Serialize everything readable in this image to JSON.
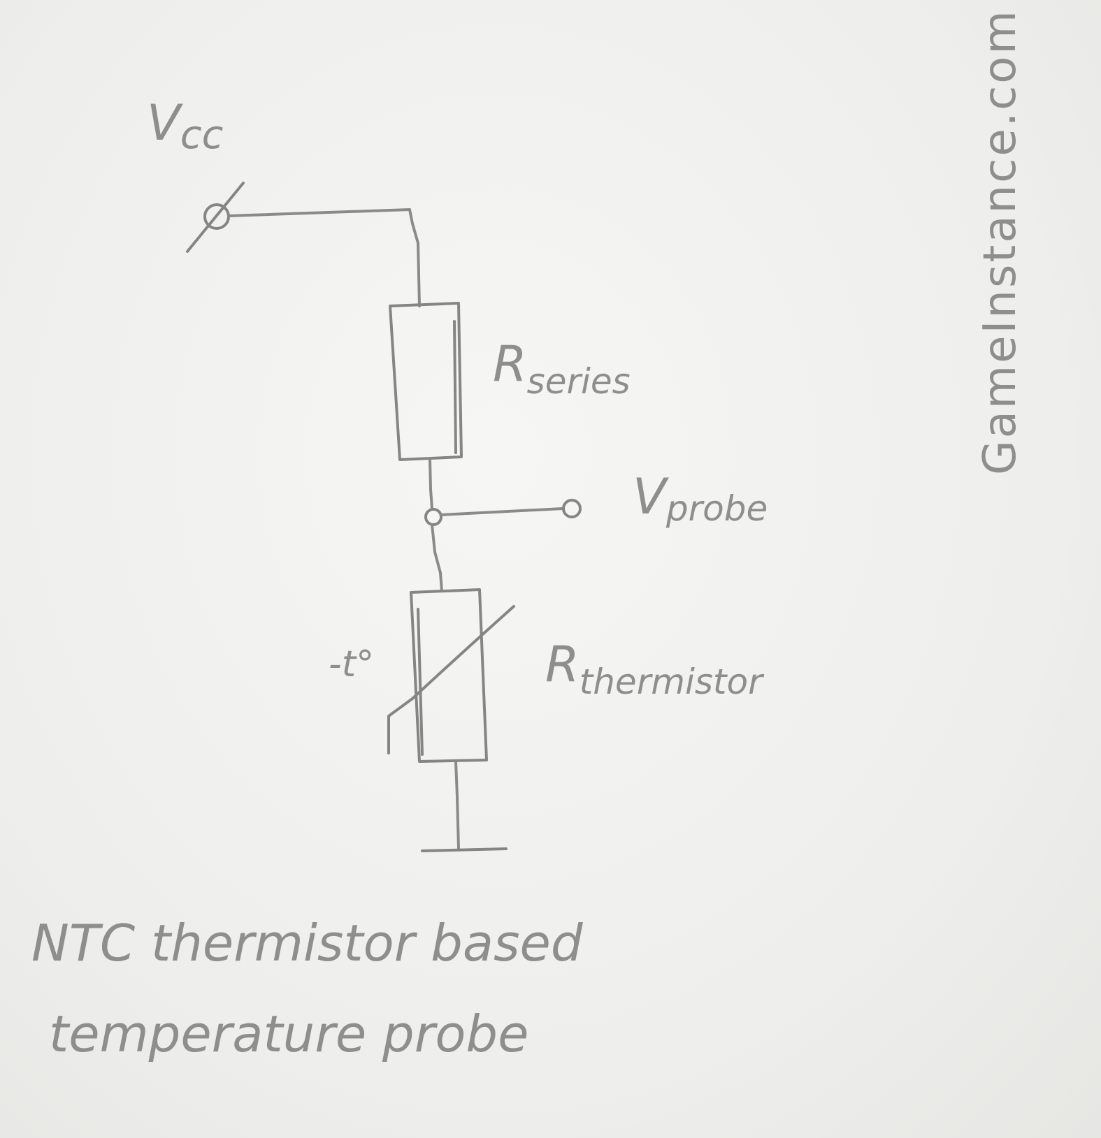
{
  "labels": {
    "vcc": {
      "main": "V",
      "sub": "cc"
    },
    "r_series": {
      "main": "R",
      "sub": "series"
    },
    "v_probe": {
      "main": "V",
      "sub": "probe"
    },
    "r_thermistor": {
      "main": "R",
      "sub": "thermistor"
    },
    "temperature_mark": "-t°"
  },
  "caption": {
    "line1": "NTC thermistor based",
    "line2": "temperature probe"
  },
  "watermark": "GameInstance.com",
  "colors": {
    "paper": "#f1f1ef",
    "pencil": "#8a8a8a"
  }
}
